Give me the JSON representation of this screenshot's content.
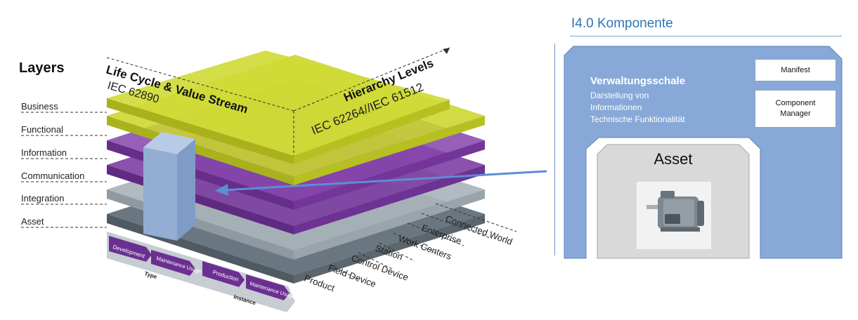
{
  "rami": {
    "layers_title": "Layers",
    "layers": [
      "Business",
      "Functional",
      "Information",
      "Communication",
      "Integration",
      "Asset"
    ],
    "lifecycle_axis": {
      "title": "Life Cycle & Value Stream",
      "standard": "IEC 62890"
    },
    "hierarchy_axis": {
      "title": "Hierarchy Levels",
      "standard": "IEC 62264//IEC 61512"
    },
    "hierarchy_levels": [
      "Connected World",
      "Enterprise",
      "Work Centers",
      "Station",
      "Control Device",
      "Field Device",
      "Product"
    ],
    "type_group": {
      "label": "Type",
      "steps": [
        "Development",
        "Maintenance Usage"
      ]
    },
    "instance_group": {
      "label": "Instance",
      "steps": [
        "Production",
        "Maintenance Usage"
      ]
    },
    "colors": {
      "yellow": "#c9d32a",
      "purple": "#7a3aa0",
      "gray": "#a9b3ba",
      "dark_gray": "#6b7780",
      "column": "#94aed3"
    }
  },
  "i40": {
    "title": "I4.0 Komponente",
    "manifest": "Manifest",
    "component_manager": [
      "Component",
      "Manager"
    ],
    "shell_title": "Verwaltungsschale",
    "shell_lines": [
      "Darstellung von",
      "Informationen",
      "Technische Funktionalität"
    ],
    "asset_title": "Asset",
    "colors": {
      "shell": "#88a9d7",
      "asset_panel": "#d9d9d9",
      "title": "#2e74b5"
    }
  }
}
